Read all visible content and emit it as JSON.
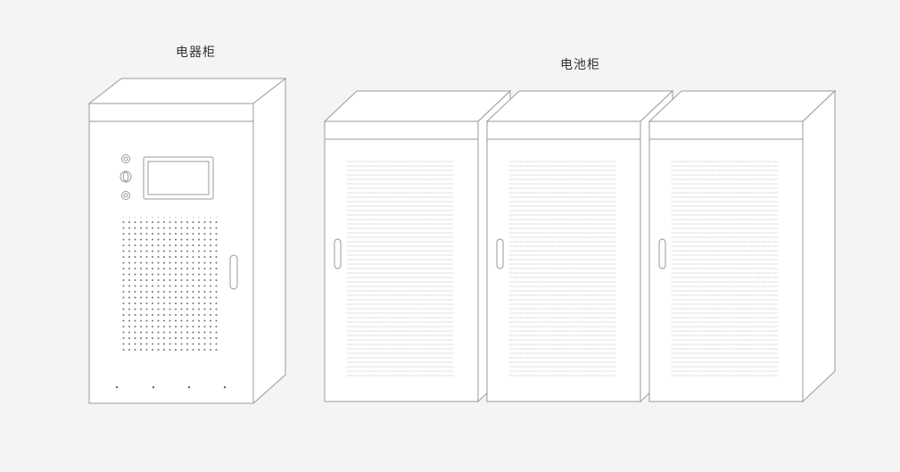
{
  "labels": {
    "electrical_cabinet": "电器柜",
    "battery_cabinet": "电池柜"
  },
  "colors": {
    "background": "#f4f4f2",
    "line": "#9a9a9a",
    "fill": "#ffffff"
  },
  "battery_cabinet_count": 3
}
